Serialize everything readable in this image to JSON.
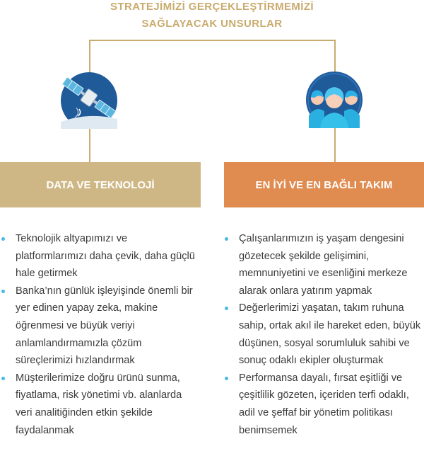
{
  "header": {
    "title_line1": "STRATEJİMİZİ GERÇEKLEŞTİRMEMİZİ",
    "title_line2": "SAĞLAYACAK UNSURLAR"
  },
  "colors": {
    "gold": "#c9ab6e",
    "left_banner": "#cfb785",
    "right_banner": "#e08b4f",
    "bullet": "#48b8e6",
    "icon_bg": "#1f5a99"
  },
  "left": {
    "icon": "satellite-icon",
    "banner": "DATA VE TEKNOLOJİ",
    "items": [
      "Teknolojik altyapımızı ve platformlarımızı daha çevik, daha güçlü hale getirmek",
      "Banka’nın günlük işleyişinde önemli bir yer edinen yapay zeka, makine öğrenmesi ve büyük veriyi anlamlandırmamızla çözüm süreçlerimizi hızlandırmak",
      "Müşterilerimize doğru ürünü sunma, fiyatlama, risk yönetimi vb. alanlarda veri analitiğinden etkin şekilde faydalanmak"
    ]
  },
  "right": {
    "icon": "team-icon",
    "banner": "EN İYİ VE EN BAĞLI TAKIM",
    "items": [
      "Çalışanlarımızın iş yaşam dengesini gözetecek şekilde gelişimini, memnuniyetini ve esenliğini merkeze alarak onlara yatırım yapmak",
      "Değerlerimizi yaşatan, takım ruhuna sahip, ortak akıl ile hareket eden, büyük düşünen, sosyal sorumluluk sahibi ve sonuç odaklı ekipler oluşturmak",
      "Performansa dayalı, fırsat eşitliği ve çeşitlilik gözeten, içeriden terfi odaklı, adil ve şeffaf bir yönetim politikası benimsemek"
    ]
  }
}
